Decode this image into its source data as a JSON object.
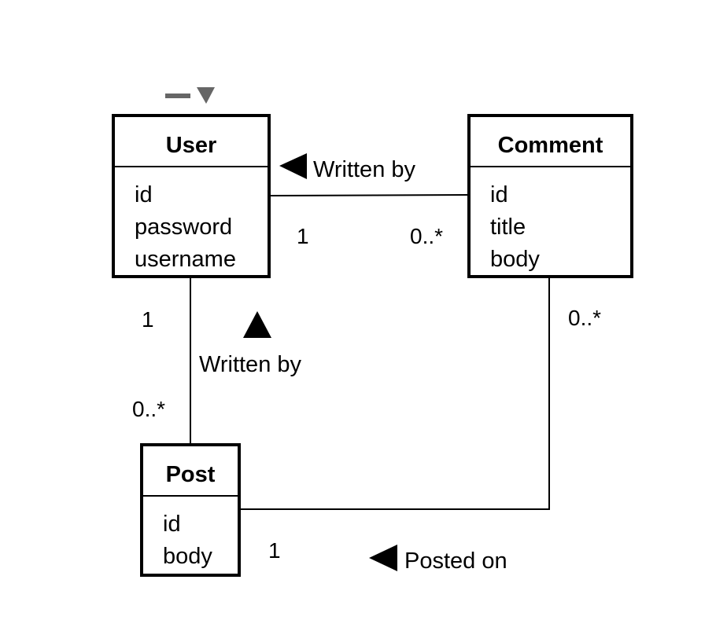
{
  "classes": {
    "user": {
      "name": "User",
      "attributes": [
        "id",
        "password",
        "username"
      ]
    },
    "comment": {
      "name": "Comment",
      "attributes": [
        "id",
        "title",
        "body"
      ]
    },
    "post": {
      "name": "Post",
      "attributes": [
        "id",
        "body"
      ]
    }
  },
  "associations": {
    "user_comment": {
      "label": "Written by",
      "user_end": "1",
      "comment_end": "0..*",
      "direction": "left"
    },
    "user_post": {
      "label": "Written by",
      "user_end": "1",
      "post_end": "0..*",
      "direction": "up"
    },
    "post_comment": {
      "label": "Posted on",
      "post_end": "1",
      "comment_end": "0..*",
      "direction": "left"
    }
  },
  "colors": {
    "line": "#000000",
    "diamond": "#f6b93b",
    "toolbar": "#666666"
  },
  "icons": {
    "selection_handle": "diamond-icon",
    "toolbar_minus": "minus-icon",
    "toolbar_dropdown": "dropdown-triangle-icon"
  }
}
